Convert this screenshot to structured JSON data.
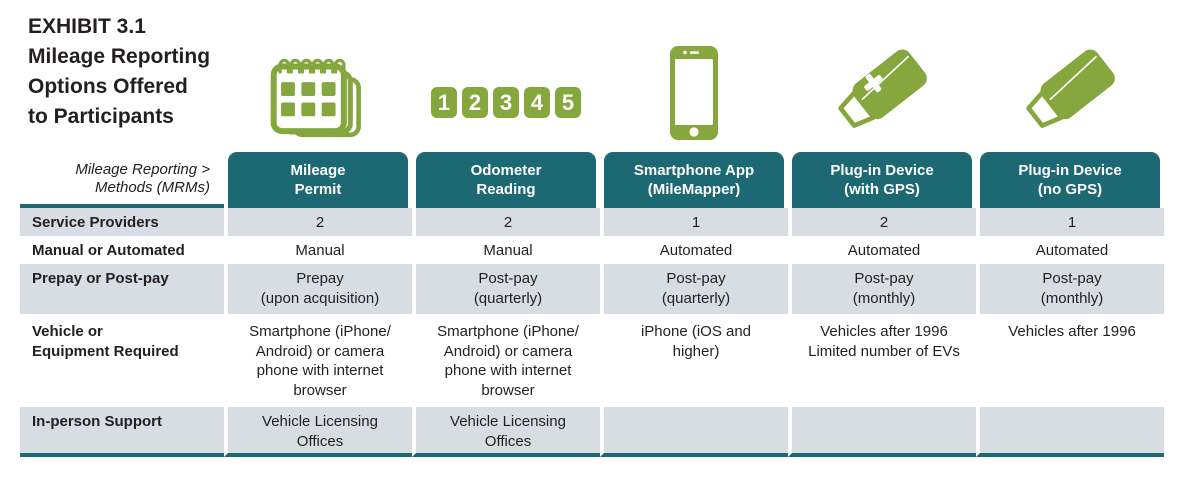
{
  "title": {
    "exhibit_label": "EXHIBIT 3.1",
    "text": "EXHIBIT 3.1\nMileage Reporting\nOptions Offered\nto Participants"
  },
  "corner_label": "Mileage Reporting >\nMethods (MRMs)",
  "columns": [
    {
      "id": "mileage-permit",
      "icon": "calendar-icon",
      "header": "Mileage\nPermit"
    },
    {
      "id": "odometer-reading",
      "icon": "odometer-icon",
      "header": "Odometer\nReading"
    },
    {
      "id": "smartphone-app",
      "icon": "smartphone-icon",
      "header": "Smartphone App\n(MileMapper)"
    },
    {
      "id": "plugin-with-gps",
      "icon": "plugin-device-gps-icon",
      "header": "Plug-in Device\n(with GPS)"
    },
    {
      "id": "plugin-no-gps",
      "icon": "plugin-device-icon",
      "header": "Plug-in Device\n(no GPS)"
    }
  ],
  "odometer_digits": [
    "1",
    "2",
    "3",
    "4",
    "5"
  ],
  "rows": [
    {
      "label": "Service Providers",
      "values": [
        "2",
        "2",
        "1",
        "2",
        "1"
      ]
    },
    {
      "label": "Manual or Automated",
      "values": [
        "Manual",
        "Manual",
        "Automated",
        "Automated",
        "Automated"
      ]
    },
    {
      "label": "Prepay or Post-pay",
      "values": [
        "Prepay\n(upon acquisition)",
        "Post-pay\n(quarterly)",
        "Post-pay\n(quarterly)",
        "Post-pay\n(monthly)",
        "Post-pay\n(monthly)"
      ]
    },
    {
      "label": "Vehicle or\nEquipment Required",
      "values": [
        "Smartphone (iPhone/\nAndroid) or camera\nphone with internet\nbrowser",
        "Smartphone (iPhone/\nAndroid) or camera\nphone with internet\nbrowser",
        "iPhone (iOS and\nhigher)",
        "Vehicles after 1996\nLimited number of EVs",
        "Vehicles after 1996"
      ]
    },
    {
      "label": "In-person Support",
      "values": [
        "Vehicle Licensing\nOffices",
        "Vehicle Licensing\nOffices",
        "",
        "",
        ""
      ]
    }
  ],
  "colors": {
    "teal": "#1C6873",
    "green": "#85A73E",
    "row_shade": "#D7DDE2",
    "text": "#231F20"
  }
}
